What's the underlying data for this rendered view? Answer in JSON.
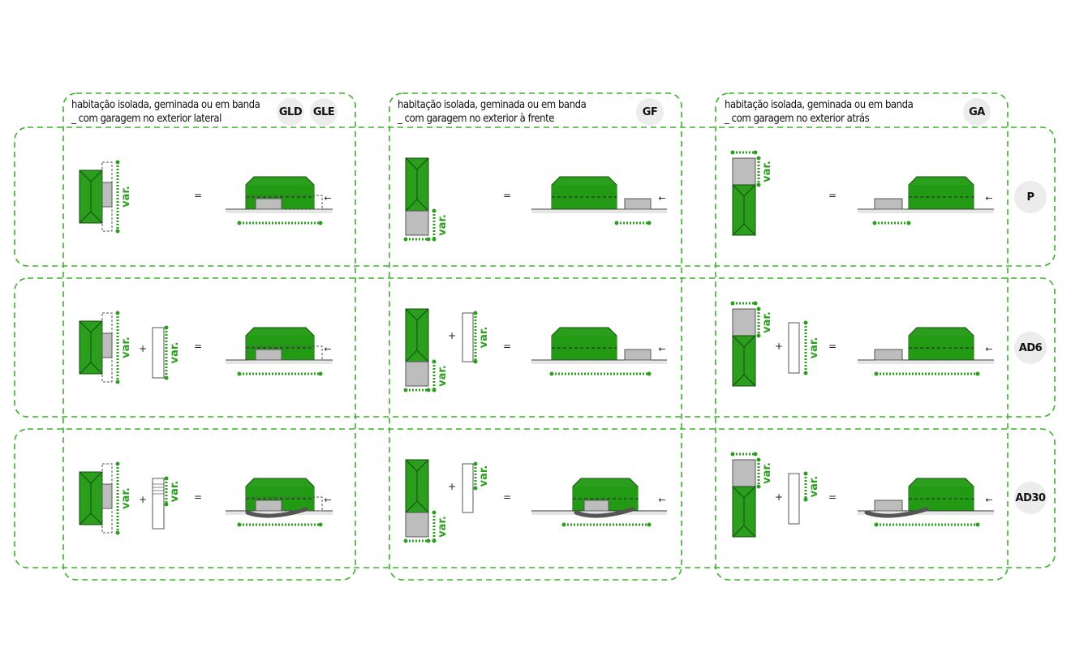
{
  "colors": {
    "green": "#2b9e1e",
    "green_dark": "#1f7a15",
    "dash": "#3bb22a",
    "grey": "#bdbdbd",
    "dark": "#444444"
  },
  "columns": [
    {
      "title_line1": "habitação isolada, geminada ou em banda",
      "title_line2": "_ com garagem no exterior lateral",
      "badges": [
        "GLD",
        "GLE"
      ]
    },
    {
      "title_line1": "habitação isolada, geminada ou em banda",
      "title_line2": "_ com garagem no exterior à frente",
      "badges": [
        "GF"
      ]
    },
    {
      "title_line1": "habitação isolada, geminada ou em banda",
      "title_line2": "_ com garagem no exterior atrás",
      "badges": [
        "GA"
      ]
    }
  ],
  "rows": [
    {
      "label": "P"
    },
    {
      "label": "AD6"
    },
    {
      "label": "AD30"
    }
  ],
  "symbols": {
    "var_label": "var.",
    "plus": "+",
    "equals": "=",
    "arrow": "←"
  }
}
